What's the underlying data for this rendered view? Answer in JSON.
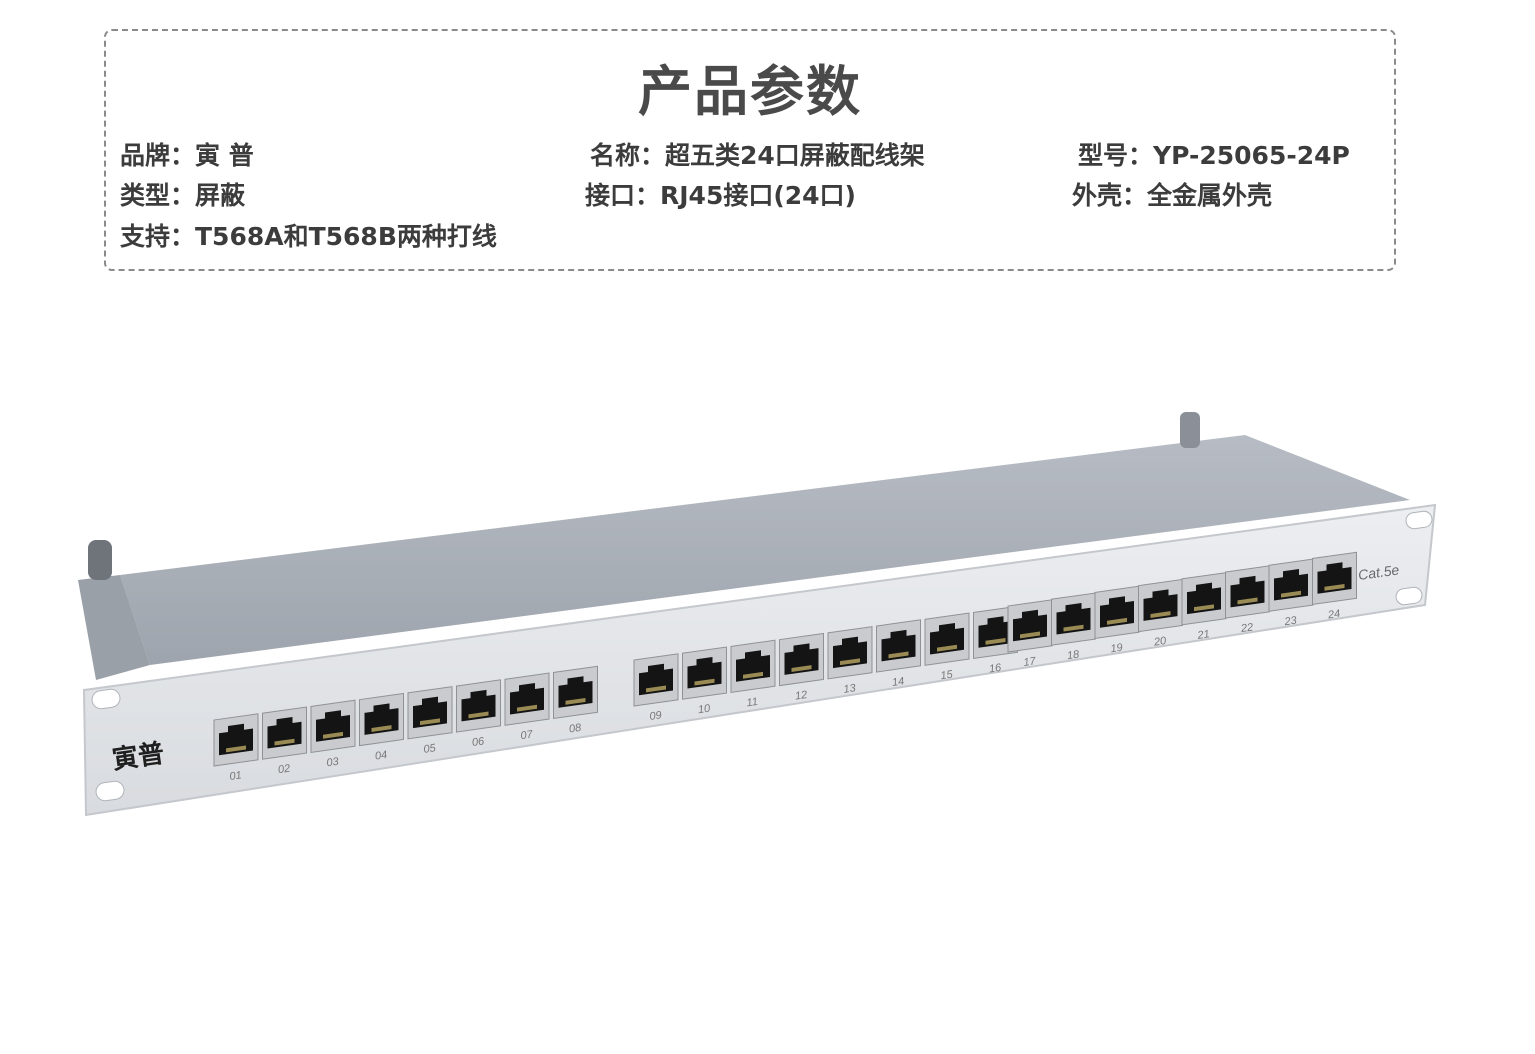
{
  "title": "产品参数",
  "specs": {
    "brand": "品牌：寅 普",
    "name": "名称：超五类24口屏蔽配线架",
    "model": "型号：YP-25065-24P",
    "type": "类型：屏蔽",
    "interface": "接口：RJ45接口(24口)",
    "shell": "外壳：全金属外壳",
    "support": "支持：T568A和T568B两种打线"
  },
  "product": {
    "brand_mark": "寅普",
    "category_mark": "Cat.5e",
    "ports": [
      "01",
      "02",
      "03",
      "04",
      "05",
      "06",
      "07",
      "08",
      "09",
      "10",
      "11",
      "12",
      "13",
      "14",
      "15",
      "16",
      "17",
      "18",
      "19",
      "20",
      "21",
      "22",
      "23",
      "24"
    ]
  },
  "colors": {
    "panel": "#e3e5e8",
    "panel_edge": "#c4c7cc",
    "port_shell": "#c9cbce",
    "port_hole": "#141414"
  }
}
